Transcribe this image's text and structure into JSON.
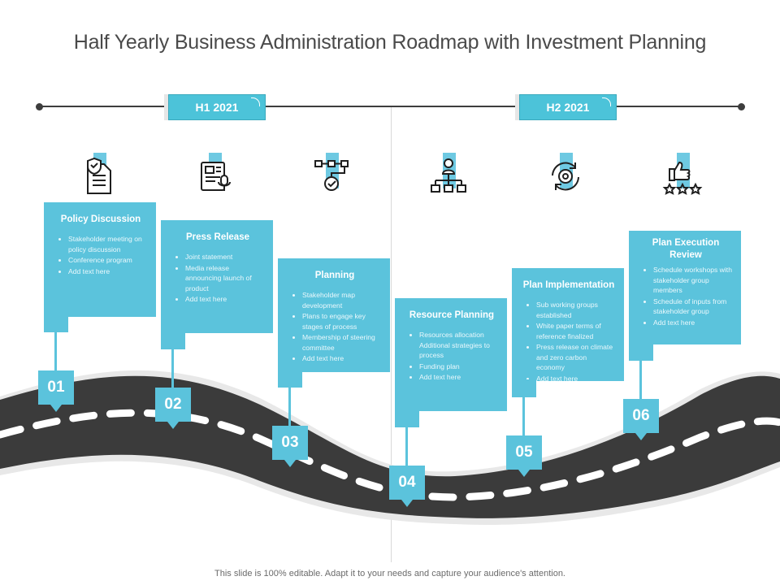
{
  "title": "Half Yearly Business Administration Roadmap with Investment Planning",
  "footer": "This slide is 100% editable. Adapt it to your needs and capture your audience's attention.",
  "halves": [
    {
      "label": "H1 2021"
    },
    {
      "label": "H2 2021"
    }
  ],
  "steps": [
    {
      "number": "01",
      "title": "Policy Discussion",
      "icon": "policy-document-icon",
      "bullets": [
        "Stakeholder meeting on policy discussion",
        "Conference program",
        "Add text here"
      ]
    },
    {
      "number": "02",
      "title": "Press Release",
      "icon": "newspaper-microphone-icon",
      "bullets": [
        "Joint statement",
        "Media release announcing launch of product",
        "Add text here"
      ]
    },
    {
      "number": "03",
      "title": "Planning",
      "icon": "flowchart-check-icon",
      "bullets": [
        "Stakeholder map development",
        "Plans to engage key stages of process",
        "Membership of steering committee",
        "Add text here"
      ]
    },
    {
      "number": "04",
      "title": "Resource Planning",
      "icon": "org-hierarchy-icon",
      "bullets": [
        "Resources allocation Additional strategies to process",
        "Funding plan",
        "Add text here"
      ]
    },
    {
      "number": "05",
      "title": "Plan Implementation",
      "icon": "gear-cycle-icon",
      "bullets": [
        "Sub working groups established",
        "White paper terms of reference finalized",
        "Press release on climate and zero carbon economy",
        "Add text here"
      ]
    },
    {
      "number": "06",
      "title": "Plan Execution Review",
      "icon": "thumbs-up-stars-icon",
      "bullets": [
        "Schedule workshops with stakeholder group members",
        "Schedule of inputs from stakeholder group",
        "Add text here"
      ]
    }
  ],
  "colors": {
    "accent": "#5bc3dc",
    "road": "#3b3b3b",
    "road_edge": "#e5e5e5",
    "lane": "#ffffff"
  }
}
